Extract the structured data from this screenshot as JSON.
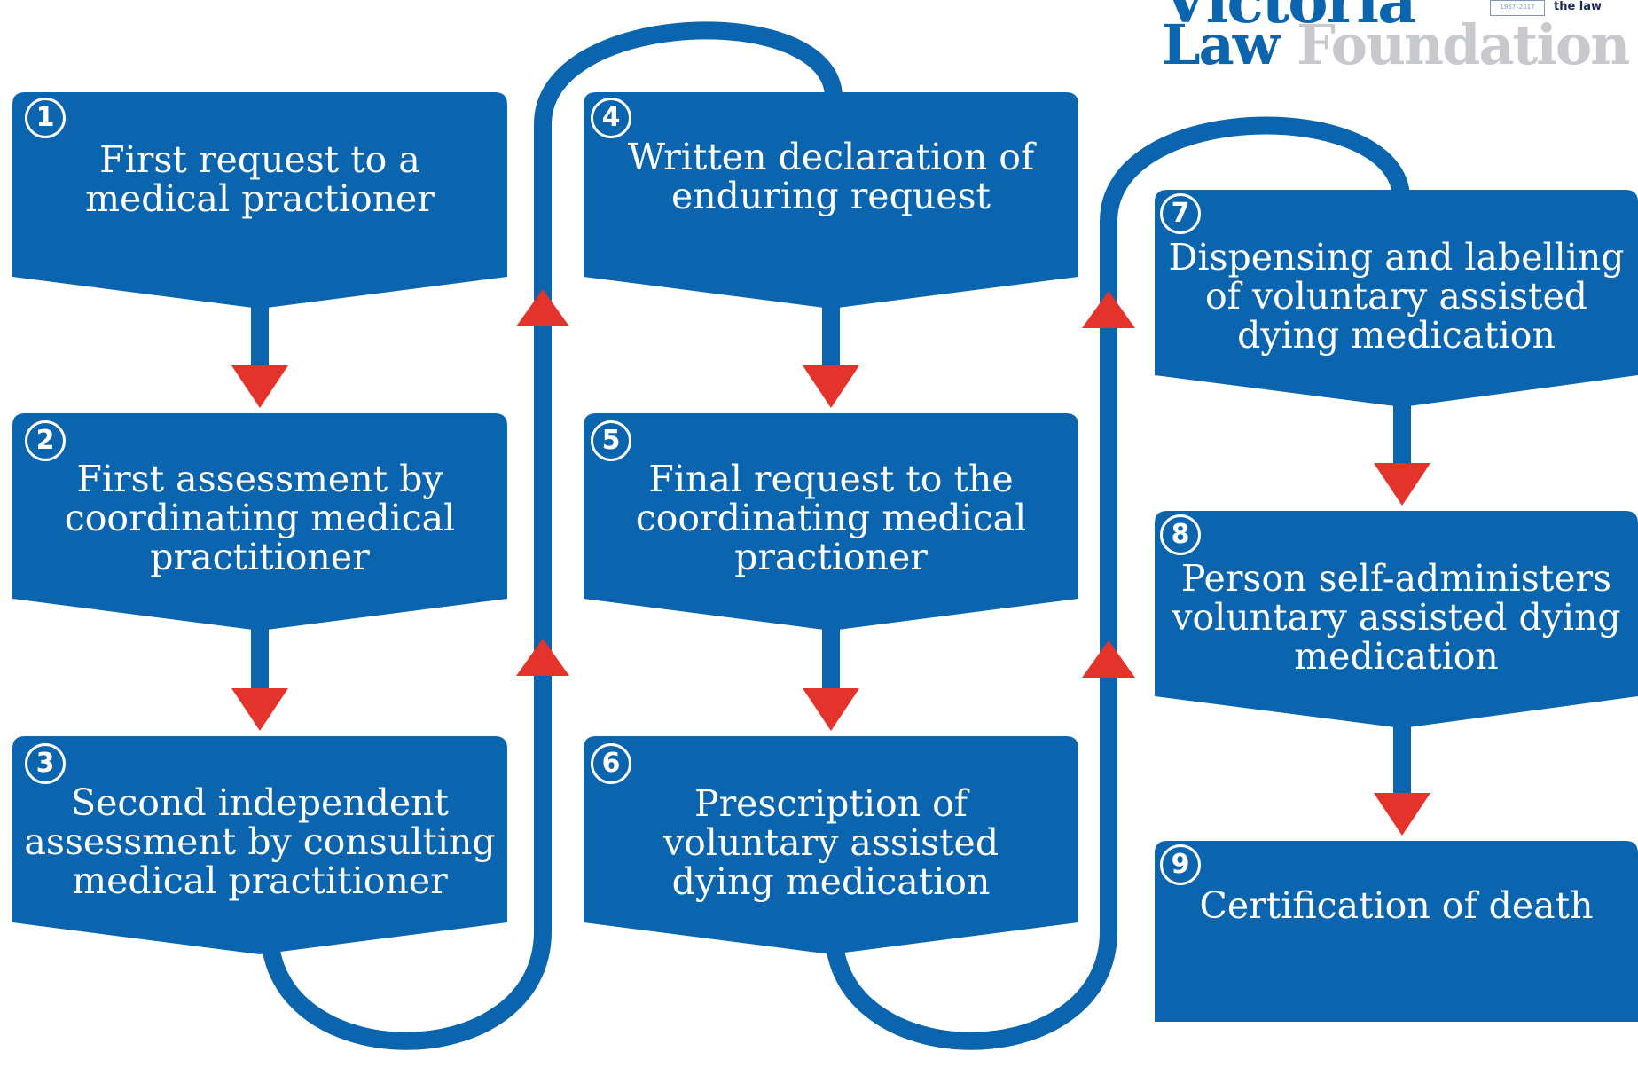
{
  "logo": {
    "line1": "Victoria",
    "line2_part1": "Law",
    "line2_part2": "Foundation",
    "tagline": "the law",
    "anniversary": "1967–2017"
  },
  "colors": {
    "box": "#0A64AE",
    "connector": "#0A64AE",
    "arrow": "#E3332B",
    "text": "#FFFFFF"
  },
  "steps": [
    {
      "number": "1",
      "text": "First request to a\nmedical practioner"
    },
    {
      "number": "2",
      "text": "First assessment by\ncoordinating medical\npractitioner"
    },
    {
      "number": "3",
      "text": "Second independent\nassessment by consulting\nmedical practitioner"
    },
    {
      "number": "4",
      "text": "Written declaration of\nenduring request"
    },
    {
      "number": "5",
      "text": "Final request to the\ncoordinating medical\npractioner"
    },
    {
      "number": "6",
      "text": "Prescription of\nvoluntary assisted\ndying medication"
    },
    {
      "number": "7",
      "text": "Dispensing and labelling\nof voluntary assisted\ndying medication"
    },
    {
      "number": "8",
      "text": "Person self-administers\nvoluntary assisted dying\nmedication"
    },
    {
      "number": "9",
      "text": "Certification of death"
    }
  ]
}
